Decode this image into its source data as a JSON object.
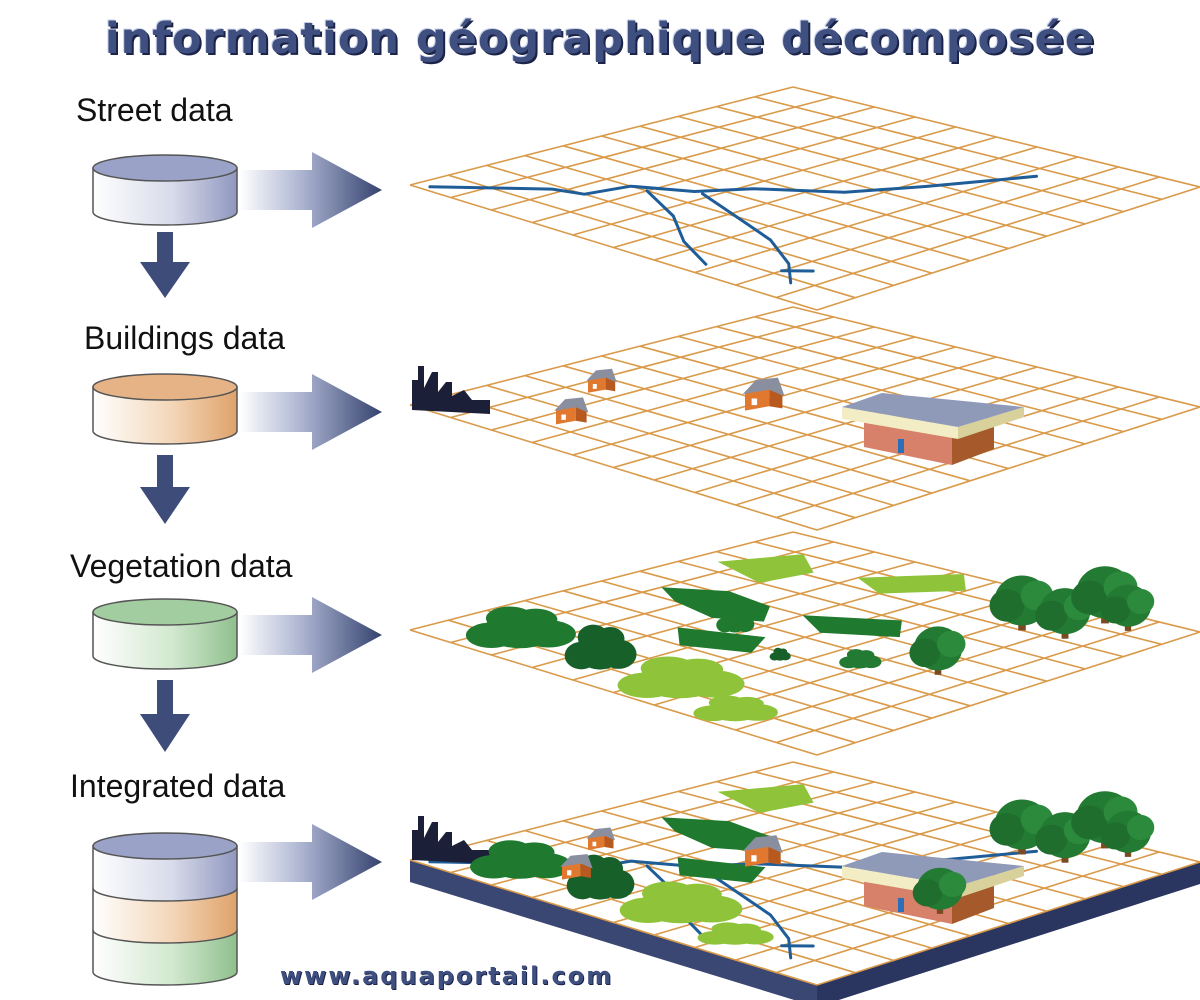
{
  "title": "information géographique décomposée",
  "website": "www.aquaportail.com",
  "layers": [
    {
      "label": "Street data",
      "db_color": "#8f97bf"
    },
    {
      "label": "Buildings data",
      "db_color": "#dfa26a"
    },
    {
      "label": "Vegetation data",
      "db_color": "#8fc08e"
    },
    {
      "label": "Integrated data",
      "db_color": "#8f97bf"
    }
  ],
  "colors": {
    "grid": "#d99a4a",
    "street": "#1f5d99",
    "arrow": "#34426e",
    "vegetation_dark": "#1f7a2f",
    "vegetation_light": "#8fc43a",
    "base": "#3b4773"
  }
}
